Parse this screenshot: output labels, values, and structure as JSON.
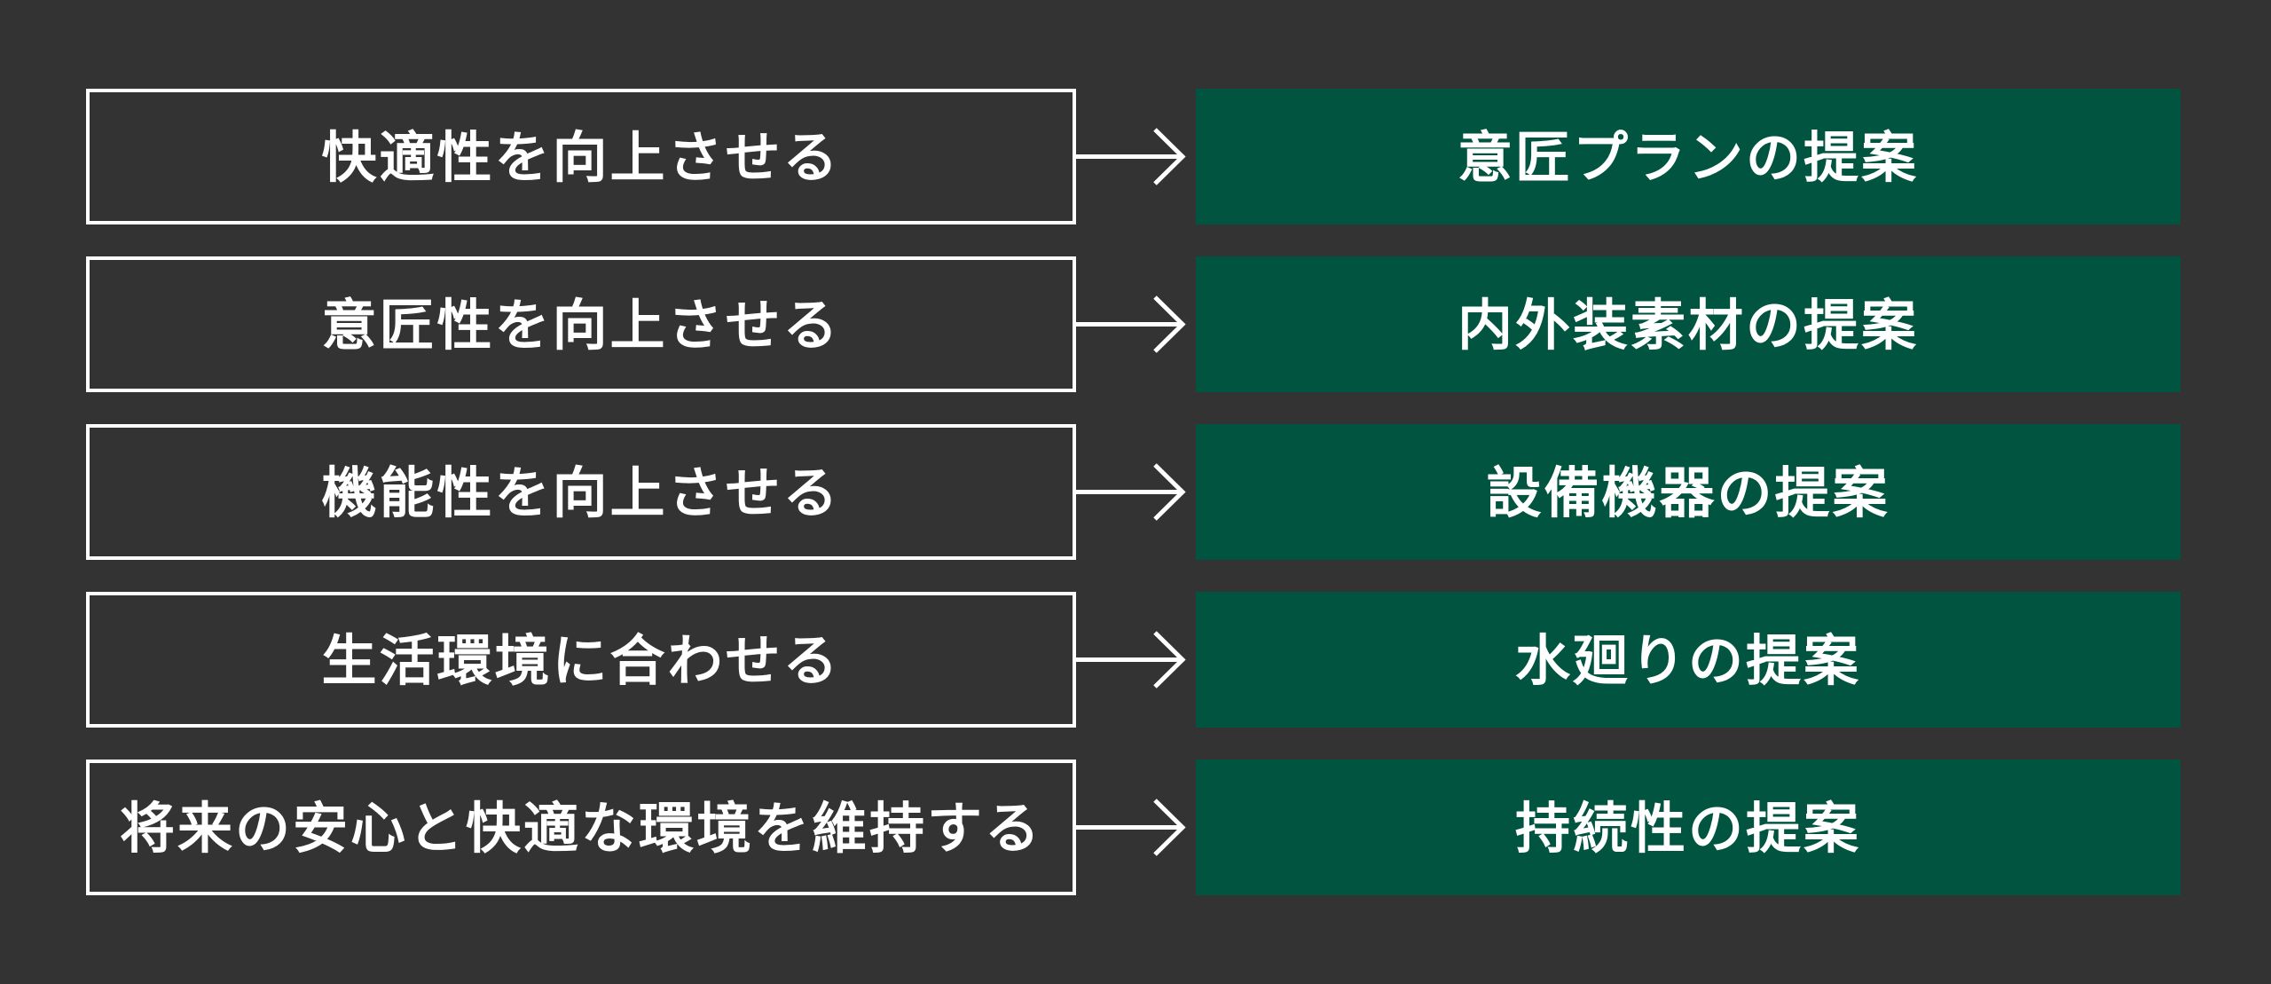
{
  "diagram_title": "renovation-goal-to-proposal-flow",
  "colors": {
    "page_bg": "#333333",
    "box_border": "#ffffff",
    "result_bg": "#005440",
    "text_color": "#ffffff",
    "arrow_color": "#ffffff"
  },
  "rows": [
    {
      "goal": "快適性を向上させる",
      "proposal": "意匠プランの提案"
    },
    {
      "goal": "意匠性を向上させる",
      "proposal": "内外装素材の提案"
    },
    {
      "goal": "機能性を向上させる",
      "proposal": "設備機器の提案"
    },
    {
      "goal": "生活環境に合わせる",
      "proposal": "水廻りの提案"
    },
    {
      "goal": "将来の安心と快適な環境を維持する",
      "proposal": "持続性の提案"
    }
  ]
}
